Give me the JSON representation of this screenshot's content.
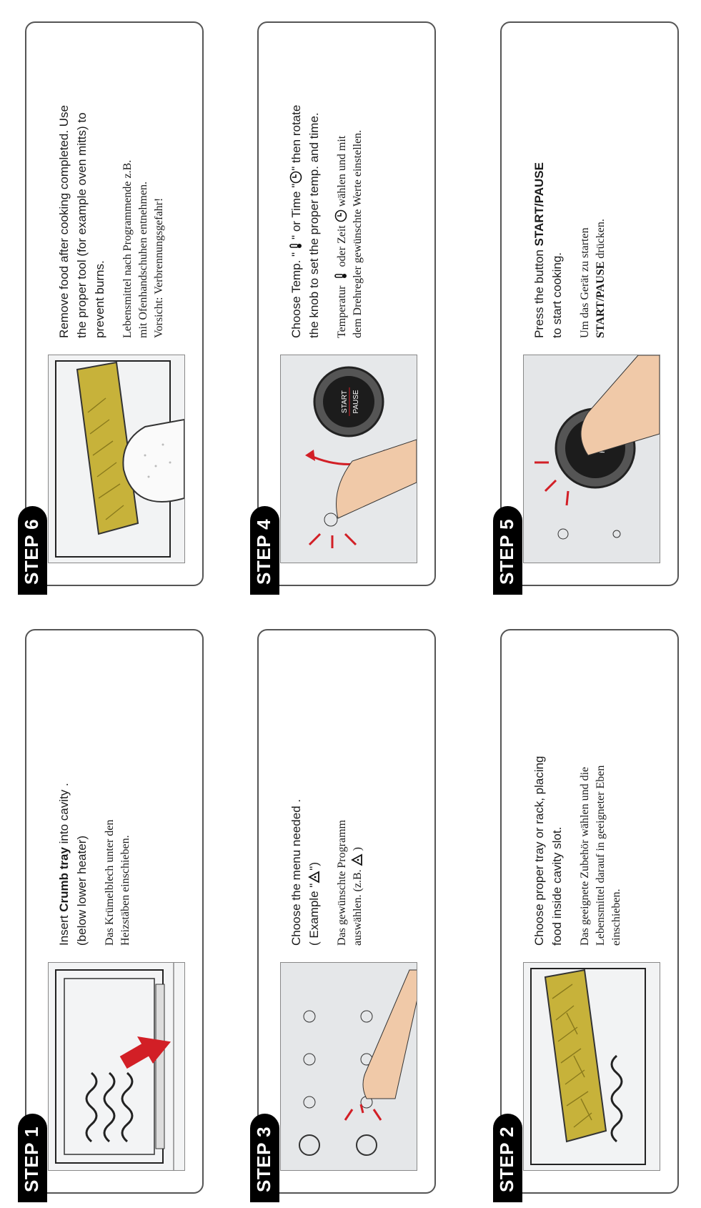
{
  "steps": [
    {
      "label": "STEP 1",
      "en_pre": "Insert ",
      "en_bold": "Crumb tray",
      "en_post": " into cavity .",
      "en_line2": "(below lower heater)",
      "de": "Das Krümelblech unter den Heizstäben einschieben."
    },
    {
      "label": "STEP 2",
      "en": "Choose proper tray or rack, placing food inside cavity slot.",
      "de": "Das geeignete Zubehör wählen und die Lebensmittel darauf in geeigneter Eben einschieben."
    },
    {
      "label": "STEP 3",
      "en_line1": "Choose the menu needed .",
      "en_line2a": "( Example \"",
      "en_line2b": "\")",
      "de_line1": "Das gewünschte Programm",
      "de_line2a": "auswählen. (z.B. ",
      "de_line2b": " )"
    },
    {
      "label": "STEP 4",
      "en_a": "Choose Temp. \"",
      "en_b": "\" or Time \"",
      "en_c": "\" then rotate the knob to set the proper temp. and time.",
      "de_a": "Temperatur ",
      "de_b": " oder Zeit ",
      "de_c": " wählen und mit dem Drehregler gewünschte Werte einstellen.",
      "knob_start": "START",
      "knob_pause": "PAUSE"
    },
    {
      "label": "STEP 5",
      "en_pre": "Press the button ",
      "en_bold": "START/PAUSE",
      "en_post": "to start cooking.",
      "de_pre": "Um das Gerät zu starten",
      "de_bold": "START/PAUSE",
      "de_post": " drücken.",
      "knob_start": "ST",
      "knob_pause": "PA"
    },
    {
      "label": "STEP 6",
      "en": "Remove food after cooking completed. Use the proper tool (for example oven mitts) to prevent burns.",
      "de_line1": "Lebensmittel nach Programmende z.B.",
      "de_line2": "mit Ofenhandschuhen entnehmen.",
      "de_line3": "Vorsicht: Verbrennungsgefahr!"
    }
  ],
  "colors": {
    "accent": "#d21f26",
    "food": "#c7b23a",
    "badge": "#000000"
  }
}
